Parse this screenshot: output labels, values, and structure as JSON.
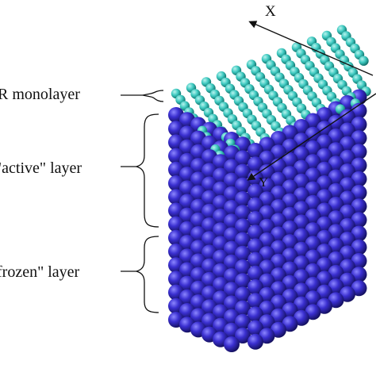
{
  "labels": {
    "monolayer": "R monolayer",
    "active": "\"active\" layer",
    "frozen": "frozen\" layer"
  },
  "axes": {
    "x": "X",
    "y": "Y"
  },
  "colors": {
    "substrate_atom": "#3a2fd0",
    "substrate_atom_highlight": "#8c86ff",
    "substrate_atom_shadow": "#14105e",
    "monolayer_atom": "#3ec9c0",
    "monolayer_atom_highlight": "#b7f3ee",
    "monolayer_atom_shadow": "#0f6e68",
    "line": "#111111"
  }
}
